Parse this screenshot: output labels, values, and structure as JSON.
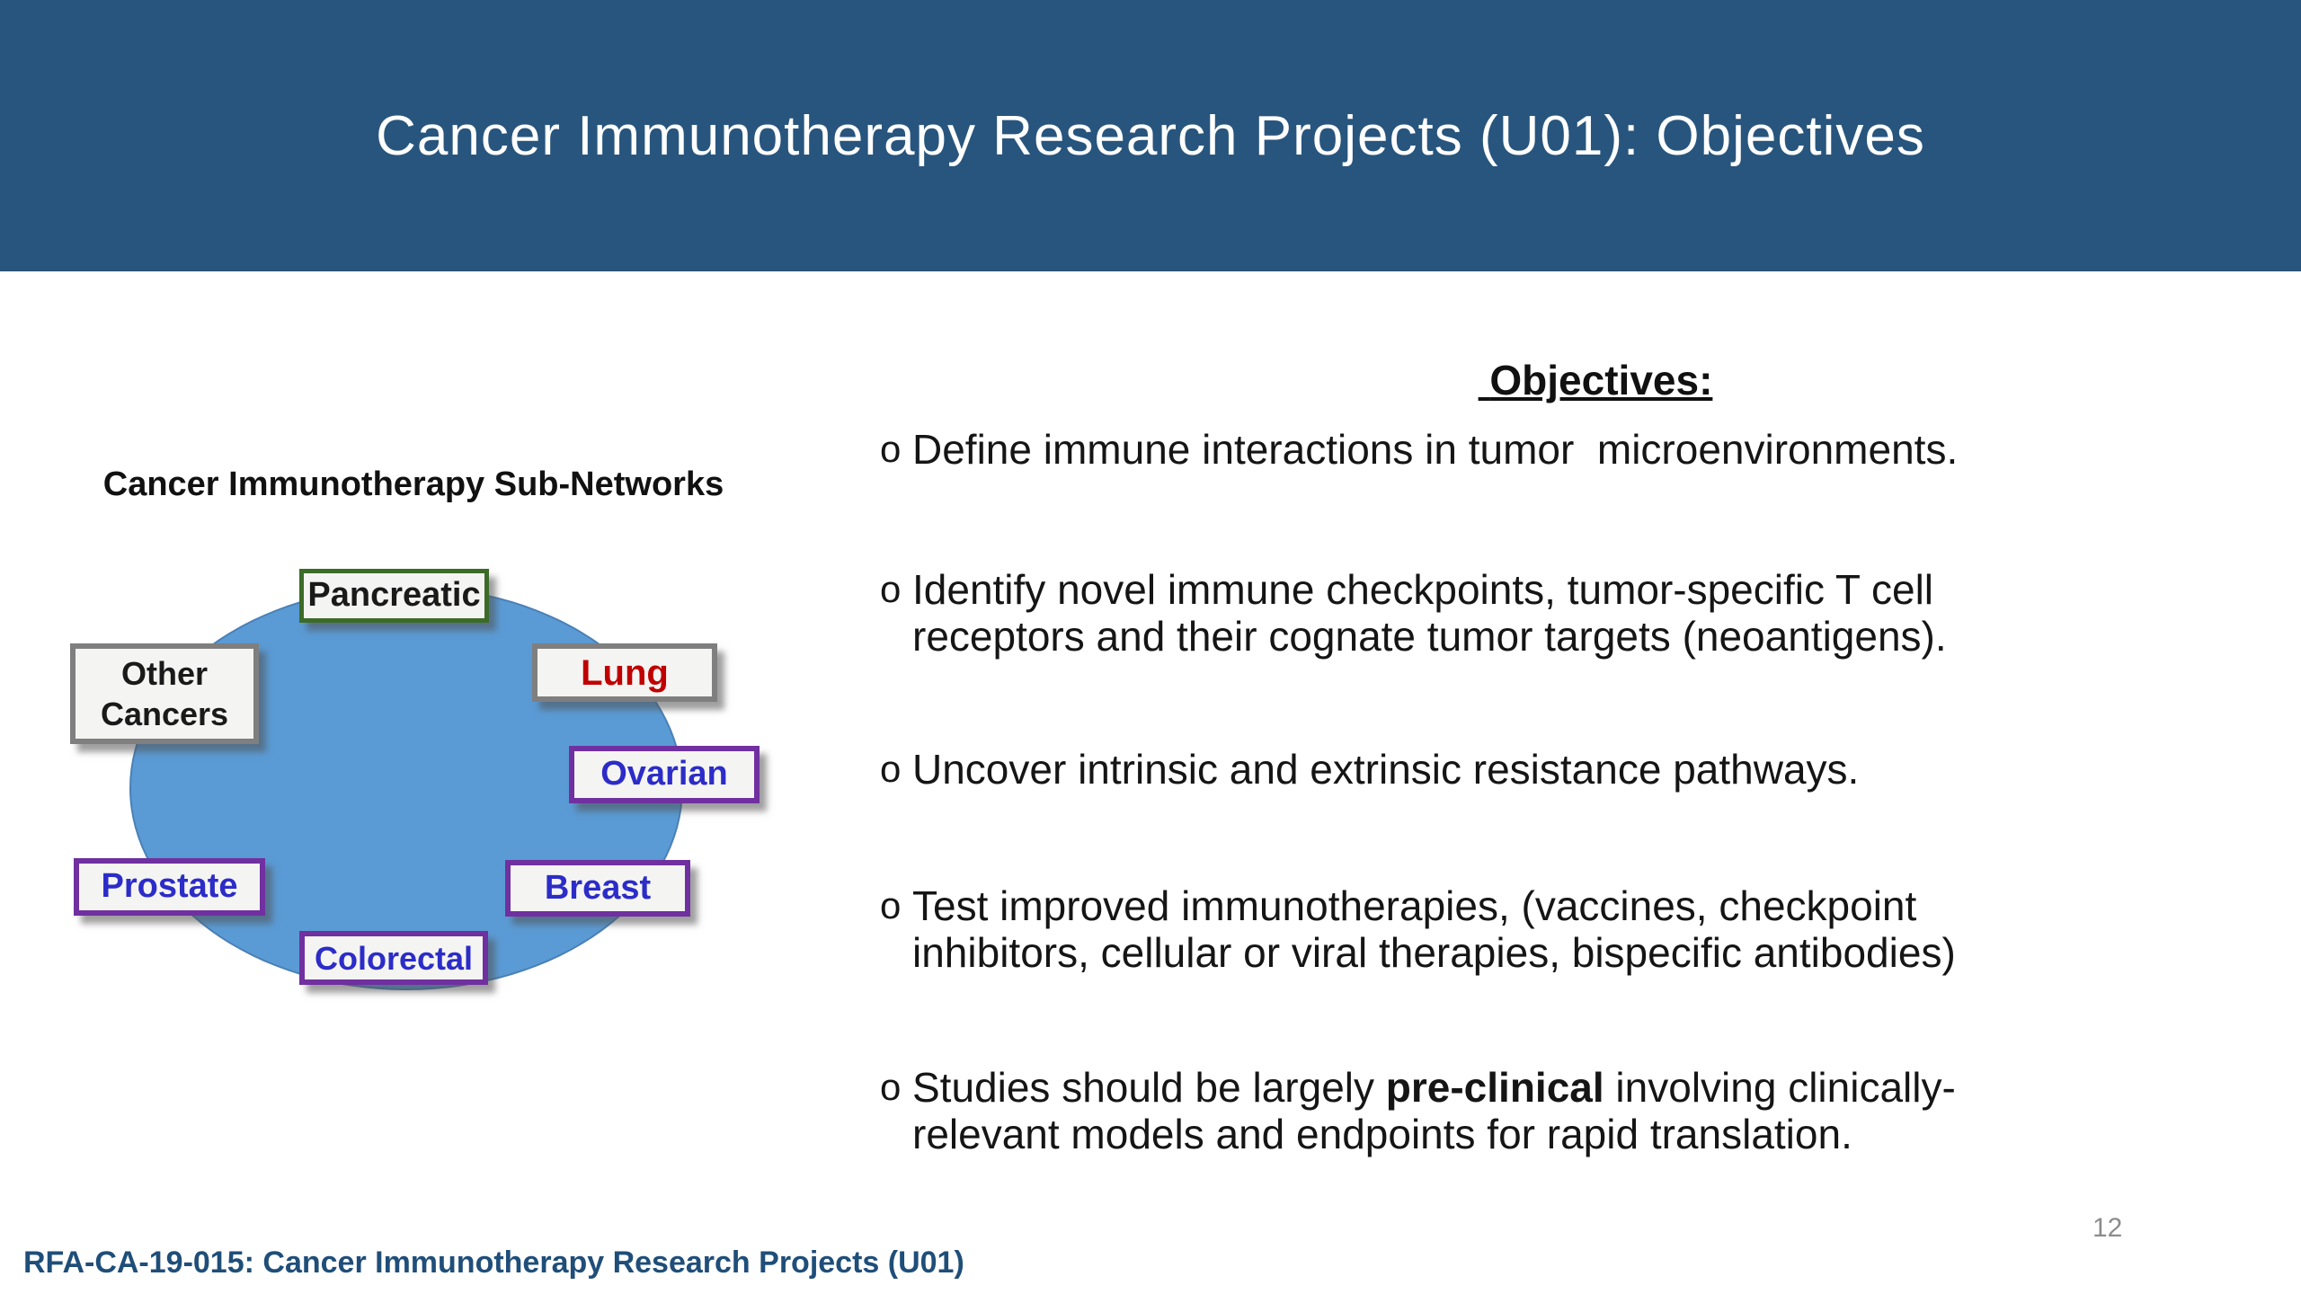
{
  "header": {
    "title": "Cancer Immunotherapy Research Projects (U01): Objectives"
  },
  "diagram": {
    "title": "Cancer Immunotherapy Sub-Networks",
    "shape": "blue-ellipse",
    "nodes": [
      {
        "label": "Pancreatic",
        "text_color": "#1a1a1a",
        "border_color": "#3c6b28"
      },
      {
        "label": "Other Cancers",
        "text_color": "#1a1a1a",
        "border_color": "#7f7f7f"
      },
      {
        "label": "Lung",
        "text_color": "#c00000",
        "border_color": "#7f7f7f"
      },
      {
        "label": "Ovarian",
        "text_color": "#2c2cc8",
        "border_color": "#7030a0"
      },
      {
        "label": "Prostate",
        "text_color": "#2c2cc8",
        "border_color": "#7030a0"
      },
      {
        "label": "Breast",
        "text_color": "#2c2cc8",
        "border_color": "#7030a0"
      },
      {
        "label": "Colorectal",
        "text_color": "#2c2cc8",
        "border_color": "#7030a0"
      }
    ]
  },
  "objectives": {
    "heading": " Objectives:",
    "marker": "o",
    "bullets": [
      {
        "text": "Define immune interactions in tumor  microenvironments."
      },
      {
        "text": "Identify novel immune checkpoints, tumor-specific T cell\nreceptors and their cognate tumor targets (neoantigens)."
      },
      {
        "text": "Uncover intrinsic and extrinsic resistance pathways."
      },
      {
        "text": "Test improved immunotherapies, (vaccines, checkpoint\ninhibitors, cellular or viral therapies, bispecific antibodies)"
      },
      {
        "pre": "Studies should be largely ",
        "bold": "pre-clinical",
        "post": " involving clinically-\nrelevant models and endpoints for rapid translation."
      }
    ]
  },
  "footer": {
    "reference": "RFA-CA-19-015: Cancer Immunotherapy Research Projects (U01)",
    "page_number": "12"
  },
  "colors": {
    "banner": "#28557d",
    "title_text": "#ffffff",
    "ellipse_fill": "#5b9bd5",
    "ellipse_border": "#4a80b6",
    "node_background": "#f4f4f2",
    "green_border": "#3c6b28",
    "gray_border": "#7f7f7f",
    "purple_border": "#7030a0",
    "blue_text": "#2c2cc8",
    "red_text": "#c00000",
    "body_text": "#151515",
    "footer_text": "#1f4e79",
    "page_number_text": "#8c8c8c"
  }
}
